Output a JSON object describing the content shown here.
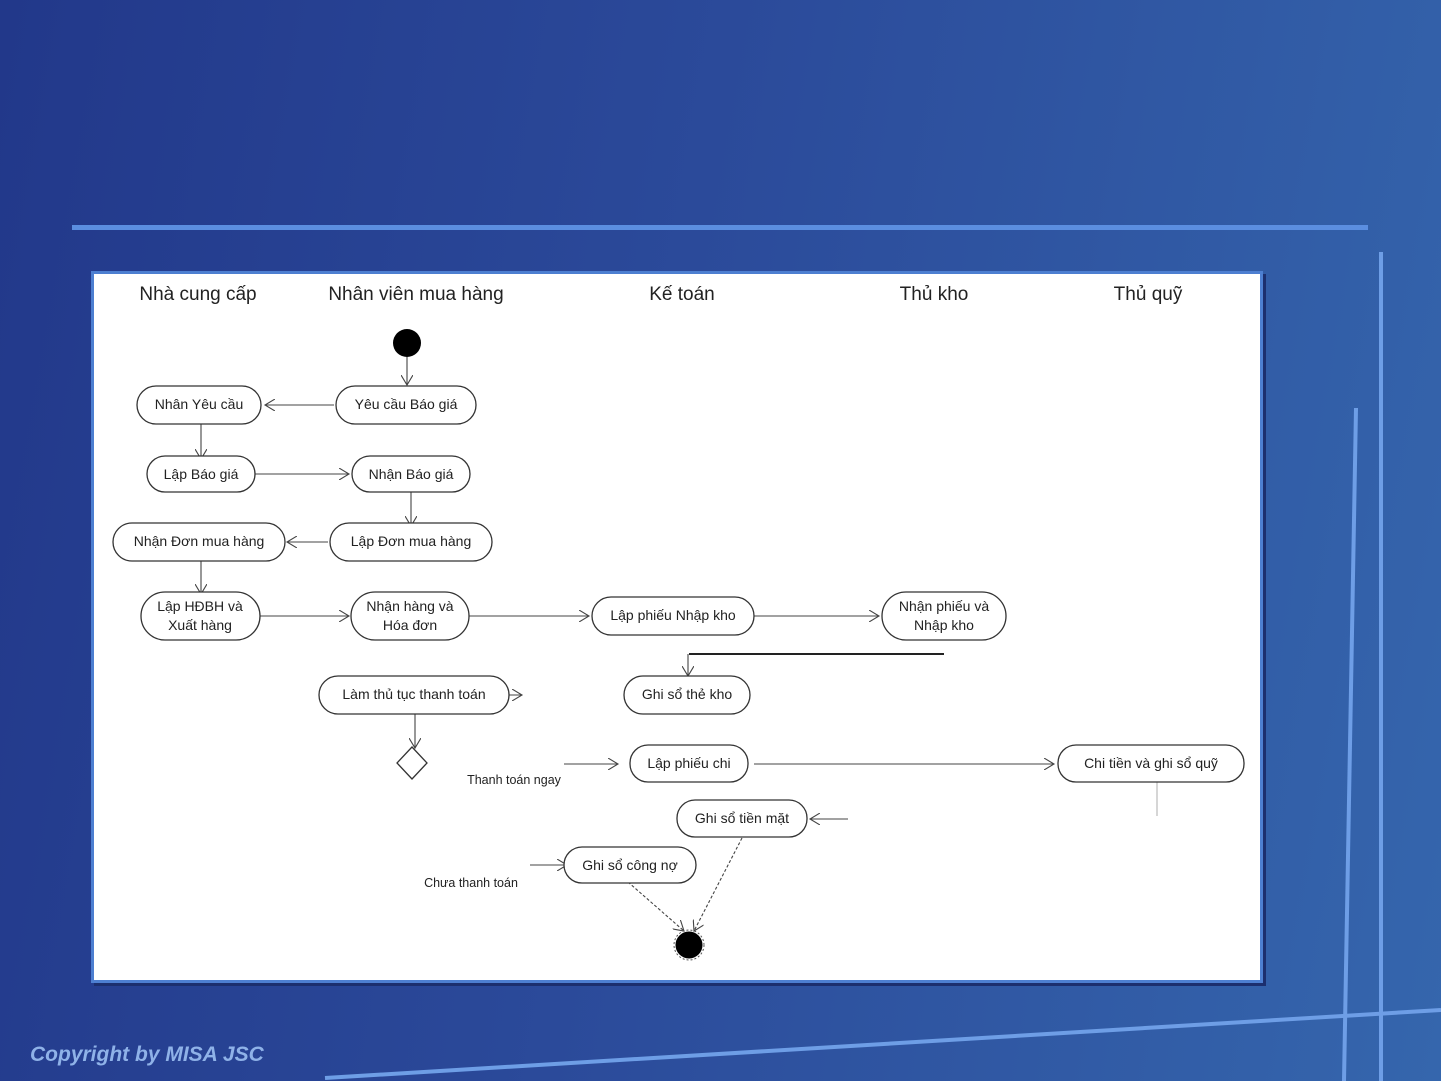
{
  "lanes": [
    "Nhà cung cấp",
    "Nhân viên mua hàng",
    "Kế toán",
    "Thủ kho",
    "Thủ quỹ"
  ],
  "activities": {
    "nhan_yeu_cau": "Nhân Yêu cầu",
    "yeu_cau_bao_gia": "Yêu cầu Báo giá",
    "lap_bao_gia": "Lập Báo giá",
    "nhan_bao_gia": "Nhận Báo giá",
    "nhan_don_mua_hang": "Nhận Đơn mua hàng",
    "lap_don_mua_hang": "Lập Đơn mua hàng",
    "lap_hdbh_1": "Lập HĐBH và",
    "lap_hdbh_2": "Xuất hàng",
    "nhan_hang_1": "Nhận hàng và",
    "nhan_hang_2": "Hóa đơn",
    "lap_phieu_nhap_kho": "Lập phiếu Nhập kho",
    "nhan_phieu_1": "Nhận phiếu và",
    "nhan_phieu_2": "Nhập kho",
    "lam_thu_tuc": "Làm thủ tục thanh toán",
    "ghi_so_the_kho": "Ghi sổ thẻ kho",
    "lap_phieu_chi": "Lập phiếu chi",
    "chi_tien": "Chi tiền và ghi sổ quỹ",
    "ghi_so_tien_mat": "Ghi sổ tiền mặt",
    "ghi_so_cong_no": "Ghi sổ công nợ"
  },
  "guards": {
    "thanh_toan_ngay": "Thanh toán ngay",
    "chua_thanh_toan": "Chưa thanh toán"
  },
  "footer": {
    "copyright": "Copyright by MISA JSC"
  }
}
